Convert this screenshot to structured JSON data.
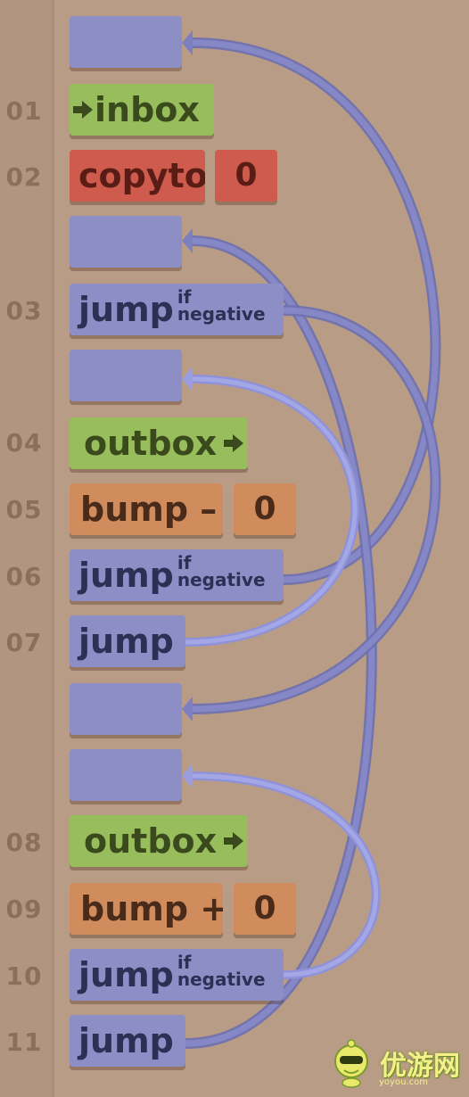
{
  "line_numbers": [
    "01",
    "02",
    "03",
    "04",
    "05",
    "06",
    "07",
    "08",
    "09",
    "10",
    "11"
  ],
  "commands": {
    "inbox": "inbox",
    "copyto": "copyto",
    "copyto_arg": "0",
    "jump_if_negative_1": "jump",
    "cond_if": "if",
    "cond_negative": "negative",
    "outbox_1": "outbox",
    "bump_minus": "bump –",
    "bump_minus_arg": "0",
    "jump_if_negative_2": "jump",
    "jump_1": "jump",
    "outbox_2": "outbox",
    "bump_plus": "bump +",
    "bump_plus_arg": "0",
    "jump_if_negative_3": "jump",
    "jump_2": "jump"
  },
  "colors": {
    "inbox_outbox": "#97bd5c",
    "copyto": "#ce5b4d",
    "bump": "#d08c5d",
    "jump": "#8c8ec5",
    "jump_arrow": "#7c7fc0",
    "jump_arrow_light": "#9a9de0"
  },
  "watermark": {
    "text": "优游网",
    "url": "yoyou.com"
  }
}
